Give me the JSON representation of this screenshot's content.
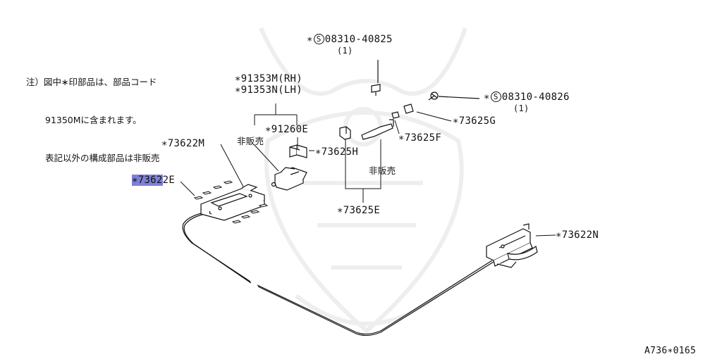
{
  "note": {
    "line1": "注）図中∗印部品は、部品コード",
    "line2": "91350Mに含まれます。",
    "line3": "表記以外の構成部品は非販売"
  },
  "labels": {
    "bolt_top_prefix": "∗",
    "bolt_top_symbol": "S",
    "bolt_top_code": "08310-40825",
    "bolt_top_qty": "(1)",
    "bolt_right_prefix": "∗",
    "bolt_right_symbol": "S",
    "bolt_right_code": "08310-40826",
    "bolt_right_qty": "(1)",
    "p91353m": "∗91353M(RH)",
    "p91353n": "∗91353N(LH)",
    "p91260e": "∗91260E",
    "not_for_sale_1": "非販売",
    "p73622m": "∗73622M",
    "p73625h": "∗73625H",
    "p73625g": "∗73625G",
    "p73625f": "∗73625F",
    "not_for_sale_2": "非販売",
    "p73625e": "∗73625E",
    "p73622e_hl": "∗7362",
    "p73622e_rest": "2E",
    "p73622n": "∗73622N",
    "figure_code": "A736∗0165"
  },
  "colors": {
    "highlight": "#7f80d8",
    "line": "#111111",
    "watermark": "#eeeeee"
  }
}
